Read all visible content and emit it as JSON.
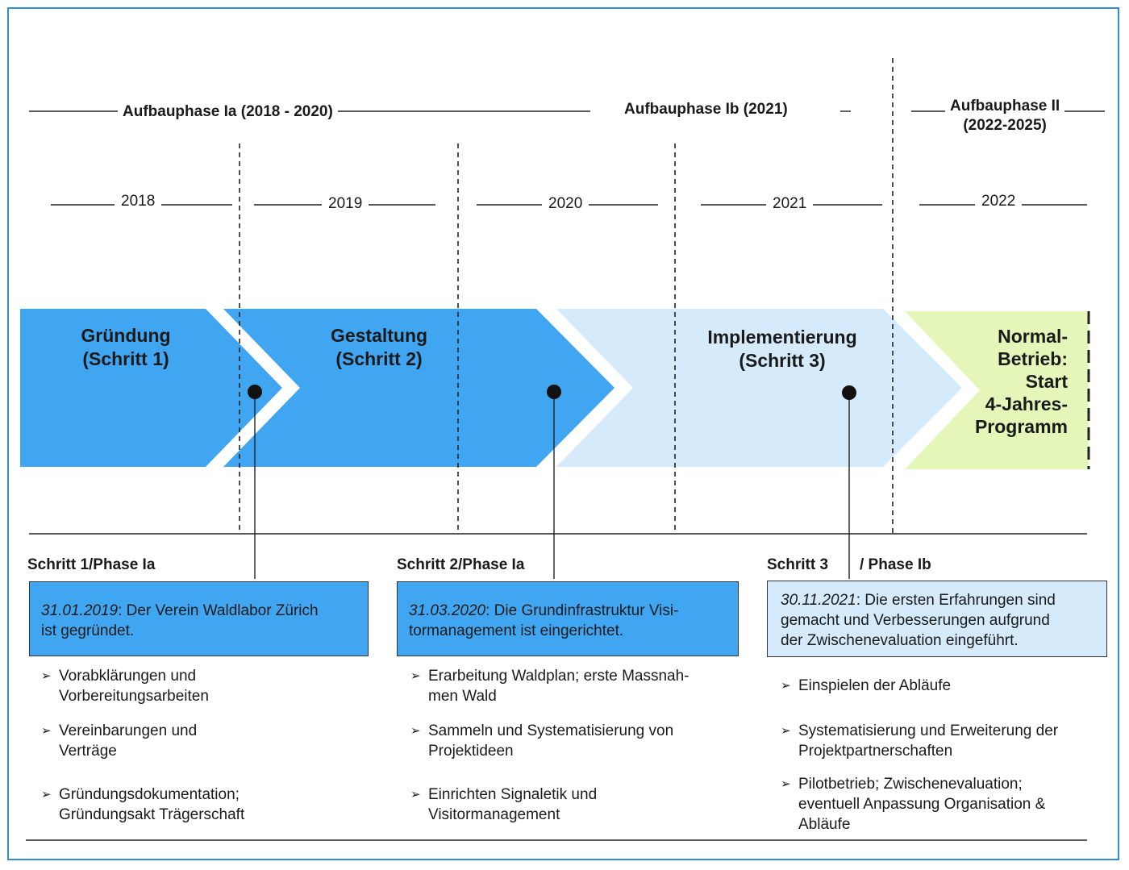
{
  "phases": {
    "ia": "Aufbauphase Ia (2018 - 2020)",
    "ib": "Aufbauphase Ib (2021)",
    "ii_line1": "Aufbauphase II",
    "ii_line2": "(2022-2025)"
  },
  "years": [
    "2018",
    "2019",
    "2020",
    "2021",
    "2022"
  ],
  "chevrons": [
    {
      "line1": "Gründung",
      "line2": "(Schritt 1)",
      "color": "#40a6f2"
    },
    {
      "line1": "Gestaltung",
      "line2": "(Schritt 2)",
      "color": "#40a6f2"
    },
    {
      "line1": "Implementierung",
      "line2": "(Schritt 3)",
      "color": "#d5eafb"
    },
    {
      "lines": [
        "Normal-",
        "Betrieb:",
        "Start",
        "4-Jahres-",
        "Programm"
      ],
      "color": "#e4f6b8"
    }
  ],
  "steps": [
    {
      "heading": "Schritt 1/Phase Ia",
      "date": "31.01.2019",
      "text_a": ": Der Verein Waldlabor Zürich",
      "text_b": "ist gegründet.",
      "box_color": "#40a6f2",
      "bullets": [
        [
          "Vorabklärungen und",
          "Vorbereitungsarbeiten"
        ],
        [
          "Vereinbarungen und",
          "Verträge"
        ],
        [
          "Gründungsdokumentation;",
          "Gründungsakt Trägerschaft"
        ]
      ]
    },
    {
      "heading": "Schritt 2/Phase Ia",
      "date": "31.03.2020",
      "text_a": ": Die Grundinfrastruktur Visi-",
      "text_b": "tormanagement ist eingerichtet.",
      "box_color": "#40a6f2",
      "bullets": [
        [
          "Erarbeitung Waldplan; erste Massnah-",
          "men Wald"
        ],
        [
          "Sammeln und Systematisierung von",
          "Projektideen"
        ],
        [
          "Einrichten Signaletik und",
          "Visitormanagement"
        ]
      ]
    },
    {
      "heading_a": "Schritt 3",
      "heading_b": "/ Phase Ib",
      "date": "30.11.2021",
      "text_a": ": Die ersten Erfahrungen sind",
      "text_b": "gemacht und Verbesserungen aufgrund",
      "text_c": "der Zwischenevaluation eingeführt.",
      "box_color": "#d5eafb",
      "bullets": [
        [
          "Einspielen der Abläufe"
        ],
        [
          "Systematisierung und Erweiterung der",
          "Projektpartnerschaften"
        ],
        [
          "Pilotbetrieb; Zwischenevaluation;",
          "eventuell Anpassung Organisation &",
          "Abläufe"
        ]
      ]
    }
  ]
}
